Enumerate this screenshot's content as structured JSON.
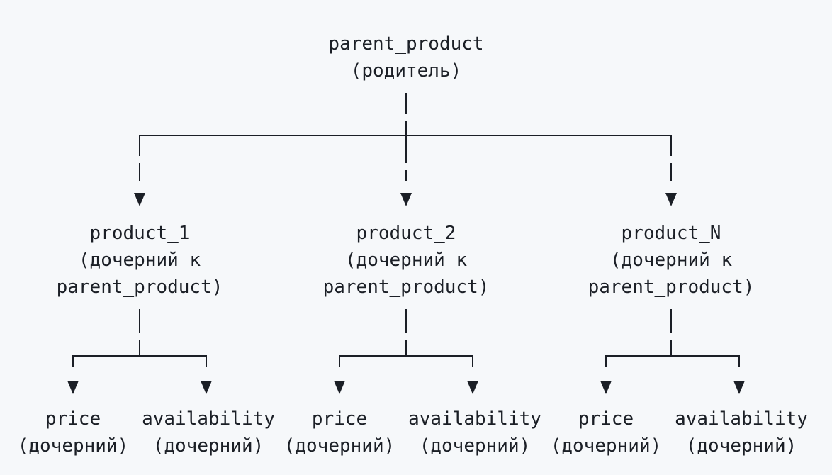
{
  "colors": {
    "background": "#f6f8fa",
    "ink": "#1b1f26"
  },
  "tree": {
    "root": {
      "name": "parent_product",
      "role": "(родитель)"
    },
    "children": [
      {
        "name": "product_1",
        "role_line_1": "(дочерний к",
        "role_line_2": "parent_product)",
        "leaves": [
          {
            "name": "price",
            "role": "(дочерний)"
          },
          {
            "name": "availability",
            "role": "(дочерний)"
          }
        ]
      },
      {
        "name": "product_2",
        "role_line_1": "(дочерний к",
        "role_line_2": "parent_product)",
        "leaves": [
          {
            "name": "price",
            "role": "(дочерний)"
          },
          {
            "name": "availability",
            "role": "(дочерний)"
          }
        ]
      },
      {
        "name": "product_N",
        "role_line_1": "(дочерний к",
        "role_line_2": "parent_product)",
        "leaves": [
          {
            "name": "price",
            "role": "(дочерний)"
          },
          {
            "name": "availability",
            "role": "(дочерний)"
          }
        ]
      }
    ]
  }
}
